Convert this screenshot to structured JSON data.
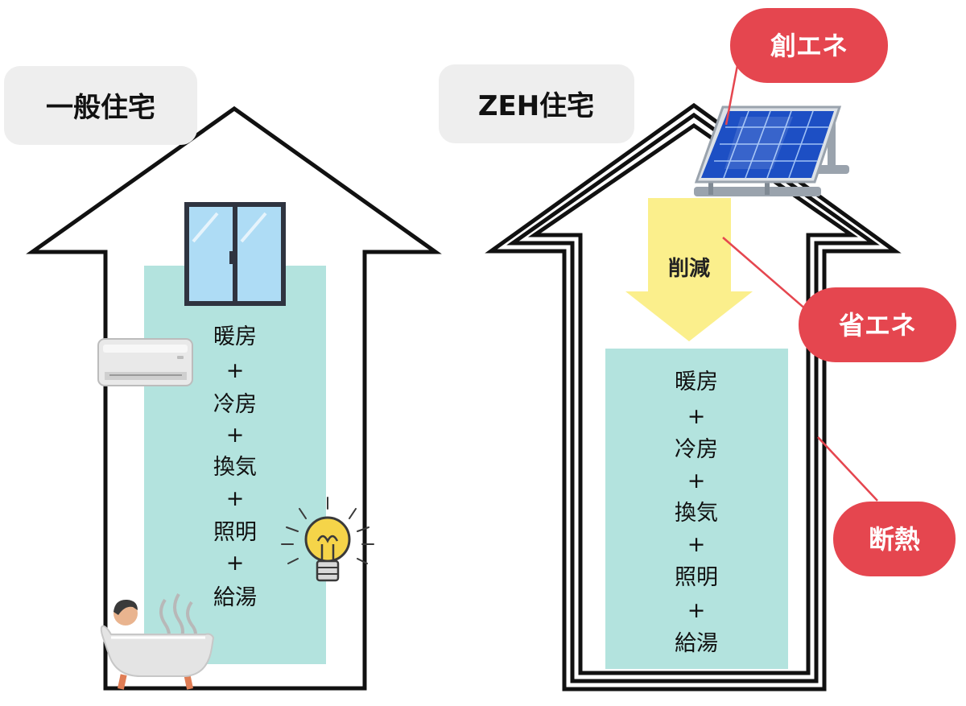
{
  "left_house": {
    "title": "一般住宅",
    "usage": {
      "heating": "暖房",
      "plus1": "+",
      "cooling": "冷房",
      "plus2": "+",
      "ventilation": "換気",
      "plus3": "+",
      "lighting": "照明",
      "plus4": "+",
      "hot_water": "給湯"
    },
    "icons": [
      "air-conditioner-icon",
      "window-icon",
      "light-bulb-icon",
      "bathtub-person-icon"
    ]
  },
  "right_house": {
    "title": "ZEH住宅",
    "reduction_label": "削減",
    "usage": {
      "heating": "暖房",
      "plus1": "+",
      "cooling": "冷房",
      "plus2": "+",
      "ventilation": "換気",
      "plus3": "+",
      "lighting": "照明",
      "plus4": "+",
      "hot_water": "給湯"
    },
    "icons": [
      "solar-panel-icon"
    ]
  },
  "badges": {
    "create_energy": "創エネ",
    "save_energy": "省エネ",
    "insulation": "断熱"
  },
  "colors": {
    "usage_fill": "#b3e3de",
    "badge_red": "#e5464f",
    "arrow_yellow": "#fbef8c",
    "title_bg": "#eeeeee",
    "solar_blue": "#1d4fc4"
  }
}
